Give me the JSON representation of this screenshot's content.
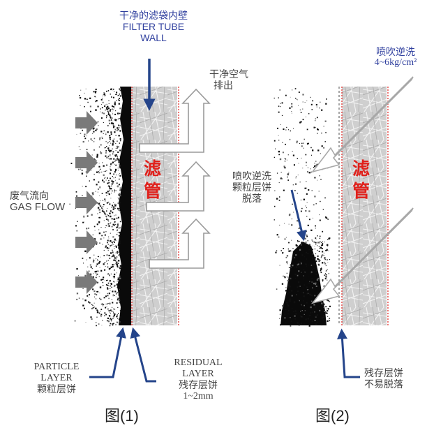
{
  "top_label": {
    "zh": "干净的滤袋内壁",
    "en_line1": "FILTER TUBE",
    "en_line2": "WALL"
  },
  "clean_air": {
    "line1": "干净空气",
    "line2": "排出"
  },
  "backwash_label": {
    "line1": "喷吹逆洗",
    "line2": "4~6kg/cm²"
  },
  "gas_flow": {
    "zh": "废气流向",
    "en": "GAS FLOW"
  },
  "tube_label": {
    "char1": "滤",
    "char2": "管"
  },
  "cake_drop_label": {
    "line1": "喷吹逆洗",
    "line2": "颗粒层饼",
    "line3": "脱落"
  },
  "particle_layer": {
    "line1": "PARTICLE",
    "line2": "LAYER",
    "zh": "颗粒层饼"
  },
  "residual_layer": {
    "line1": "RESIDUAL",
    "line2": "LAYER",
    "zh": "残存层饼",
    "thickness": "1~2mm"
  },
  "residual_note": {
    "line1": "残存层饼",
    "line2": "不易脱落"
  },
  "figure_captions": {
    "fig1": "图(1)",
    "fig2": "图(2)"
  },
  "colors": {
    "label_blue": "#2f3f9e",
    "arrow_navy": "#24448a",
    "tube_red": "#e0201b",
    "gas_arrow_gray": "#7a7a7a"
  }
}
